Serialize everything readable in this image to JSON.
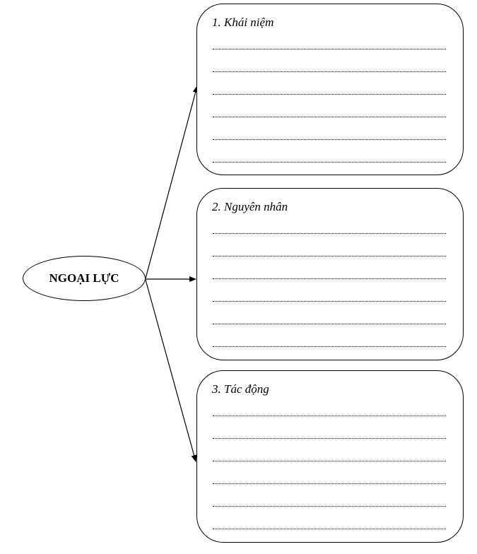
{
  "diagram": {
    "center_label": "NGOẠI LỰC",
    "boxes": [
      {
        "title": "1. Khái niệm",
        "blank_lines": 6
      },
      {
        "title": "2. Nguyên nhân",
        "blank_lines": 6
      },
      {
        "title": "3. Tác động",
        "blank_lines": 6
      }
    ],
    "colors": {
      "stroke": "#000000",
      "background": "#ffffff"
    }
  }
}
